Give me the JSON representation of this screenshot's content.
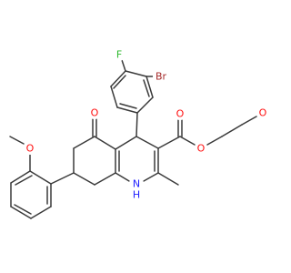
{
  "molecule": {
    "colors": {
      "carbon": "#3a3a3a",
      "oxygen": "#ff0d0d",
      "nitrogen": "#2020ff",
      "fluorine": "#2db82d",
      "bromine": "#a52a2a"
    },
    "atom_labels": {
      "fluorine": "F",
      "bromine": "Br",
      "ketone_oxygen": "O",
      "ester_carbonyl_oxygen": "O",
      "ester_oxygen": "O",
      "ether_oxygen": "O",
      "methoxy_oxygen": "O",
      "amine_nitrogen": "N",
      "amine_hydrogen": "H"
    }
  }
}
